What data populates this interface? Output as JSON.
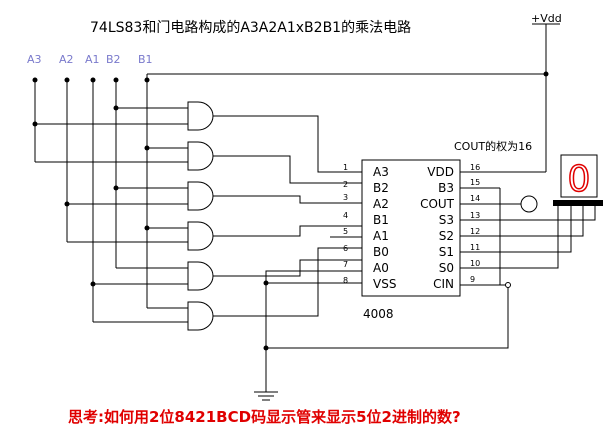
{
  "title": "74LS83和门电路构成的A3A2A1xB2B1的乘法电路",
  "supply_label": "+Vdd",
  "inputs": [
    "A3",
    "A2",
    "A1",
    "B2",
    "B1"
  ],
  "cout_weight_note": "COUT的权为16",
  "chip": {
    "name": "4008",
    "left_pins": [
      {
        "num": "1",
        "name": "A3"
      },
      {
        "num": "2",
        "name": "B2"
      },
      {
        "num": "3",
        "name": "A2"
      },
      {
        "num": "4",
        "name": "B1"
      },
      {
        "num": "5",
        "name": "A1"
      },
      {
        "num": "6",
        "name": "B0"
      },
      {
        "num": "7",
        "name": "A0"
      },
      {
        "num": "8",
        "name": "VSS"
      }
    ],
    "right_pins": [
      {
        "num": "16",
        "name": "VDD"
      },
      {
        "num": "15",
        "name": "B3"
      },
      {
        "num": "14",
        "name": "COUT"
      },
      {
        "num": "13",
        "name": "S3"
      },
      {
        "num": "12",
        "name": "S2"
      },
      {
        "num": "11",
        "name": "S1"
      },
      {
        "num": "10",
        "name": "S0"
      },
      {
        "num": "9",
        "name": "CIN"
      }
    ]
  },
  "display_digit": "0",
  "display_color": "#e00000",
  "question": "思考:如何用2位8421BCD码显示管来显示5位2进制的数?",
  "question_color": "#e00000",
  "input_label_color": "#7a7acc"
}
